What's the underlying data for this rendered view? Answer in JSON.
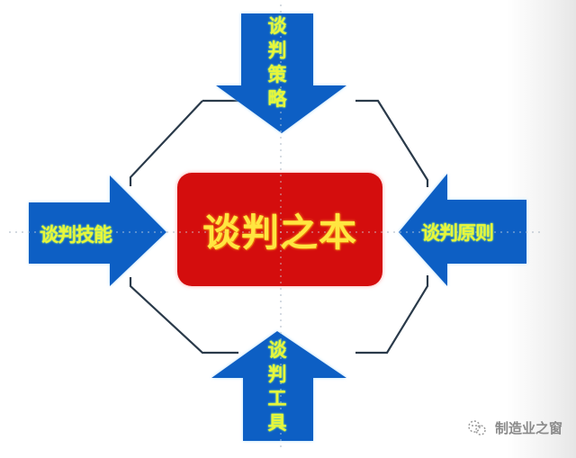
{
  "diagram": {
    "center": {
      "label": "谈判之本",
      "fill": "#d40a0a",
      "text_color": "#ffe640"
    },
    "arrows": [
      {
        "id": "top",
        "direction": "down",
        "label": "谈判策略",
        "fill": "#0b5fc4"
      },
      {
        "id": "left",
        "direction": "right",
        "label": "谈判技能",
        "fill": "#0b5fc4"
      },
      {
        "id": "right",
        "direction": "left",
        "label": "谈判原则",
        "fill": "#0b5fc4"
      },
      {
        "id": "bottom",
        "direction": "up",
        "label": "谈判工具",
        "fill": "#0b5fc4"
      }
    ],
    "label_color": "#e8f53a",
    "outline_color": "#2a3a4a",
    "guide_color": "#9aa4b0"
  },
  "watermark": {
    "text": "制造业之窗",
    "icon": "wechat-icon"
  }
}
